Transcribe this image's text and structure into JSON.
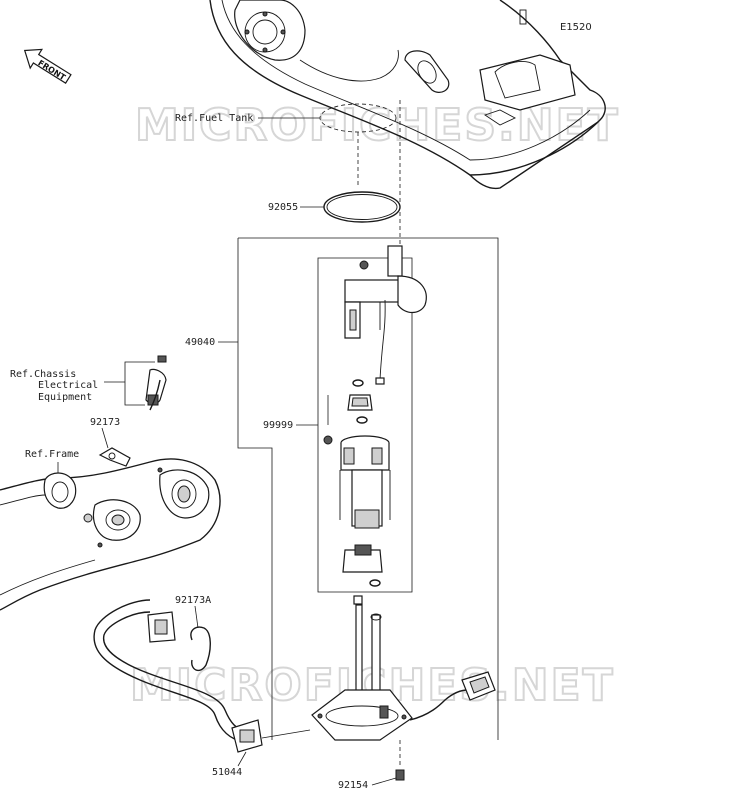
{
  "diagram_code": "E1520",
  "watermark": "MICROFICHES.NET",
  "front_label": "FRONT",
  "labels": {
    "ref_fuel_tank": "Ref.Fuel Tank",
    "p92055": "92055",
    "p49040": "49040",
    "ref_chassis_1": "Ref.Chassis",
    "ref_chassis_2": "Electrical",
    "ref_chassis_3": "Equipment",
    "p92173": "92173",
    "ref_frame": "Ref.Frame",
    "p99999": "99999",
    "p92173A": "92173A",
    "p51044": "51044",
    "p92154": "92154"
  }
}
